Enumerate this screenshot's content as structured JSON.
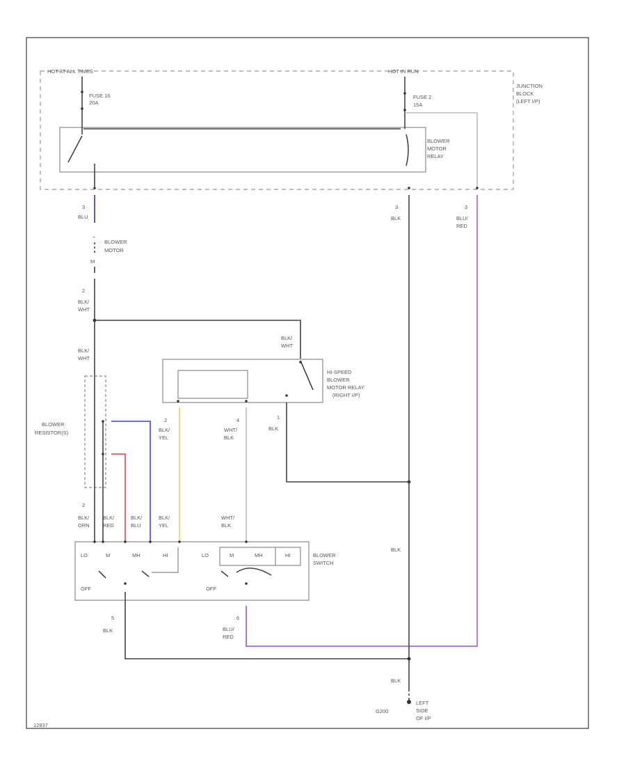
{
  "diagram": {
    "footer_code": "12837",
    "colors": {
      "blue_wire": "#5a5ae0",
      "purple_wire": "#c070d0",
      "red_wire": "#d06060",
      "yellow_wire": "#e0e070",
      "black_wire": "#444444",
      "grey_wire": "#bdbdbd"
    },
    "junction_block": {
      "hot_at_all_times": "HOT AT ALL TIMES",
      "hot_in_run": "HOT IN RUN",
      "label_line1": "JUNCTION",
      "label_line2": "BLOCK",
      "label_line3": "(LEFT I/P)",
      "fuse_left_name": "FUSE 16",
      "fuse_left_rating": "20A",
      "fuse_right_name": "FUSE 2",
      "fuse_right_rating": "15A",
      "relay_line1": "BLOWER",
      "relay_line2": "MOTOR",
      "relay_line3": "RELAY"
    },
    "blower_motor": {
      "line1": "BLOWER",
      "line2": "MOTOR",
      "symbol": "M"
    },
    "hi_relay": {
      "line1": "HI-SPEED",
      "line2": "BLOWER",
      "line3": "MOTOR RELAY",
      "line4": "(RIGHT I/P)"
    },
    "resistors": {
      "line1": "BLOWER",
      "line2": "RESISTOR(S)"
    },
    "switch": {
      "line1": "BLOWER",
      "line2": "SWITCH",
      "positions_left": [
        "LO",
        "M",
        "MH",
        "HI"
      ],
      "positions_right": [
        "LO",
        "M",
        "MH",
        "HI"
      ],
      "off_left": "OFF",
      "off_right": "OFF"
    },
    "ground": {
      "name": "G200",
      "line1": "LEFT",
      "line2": "SIDE",
      "line3": "OF I/P"
    },
    "wires": {
      "motor_in_pin": "3",
      "motor_in_color": "BLU",
      "relay_out_pin": "3",
      "relay_out_color": "BLK",
      "jb_right_pin": "3",
      "jb_right_color1": "BLU/",
      "jb_right_color2": "RED",
      "motor_out_pin": "2",
      "motor_out_color1": "BLK/",
      "motor_out_color2": "WHT",
      "res_top_color1": "BLK/",
      "res_top_color2": "WHT",
      "hi_relay_top_color1": "BLK/",
      "hi_relay_top_color2": "WHT",
      "hi_relay_p2_pin": "2",
      "hi_relay_p2_color1": "BLK/",
      "hi_relay_p2_color2": "YEL",
      "hi_relay_p4_pin": "4",
      "hi_relay_p4_color1": "WHT/",
      "hi_relay_p4_color2": "BLK",
      "hi_relay_p1_pin": "1",
      "hi_relay_p1_color": "BLK",
      "sw_lo_pin": "2",
      "sw_lo_color1": "BLK/",
      "sw_lo_color2": "ORN",
      "sw_m_color1": "BLK/",
      "sw_m_color2": "RED",
      "sw_mh_color1": "BLK/",
      "sw_mh_color2": "BLU",
      "sw_hi_color1": "BLK/",
      "sw_hi_color2": "YEL",
      "sw_right_color1": "WHT/",
      "sw_right_color2": "BLK",
      "main_ground_color": "BLK",
      "sw_ground_pin": "5",
      "sw_ground_color": "BLK",
      "sw_feed_pin": "6",
      "sw_feed_color1": "BLU/",
      "sw_feed_color2": "RED",
      "ground_lead_color": "BLK"
    }
  }
}
